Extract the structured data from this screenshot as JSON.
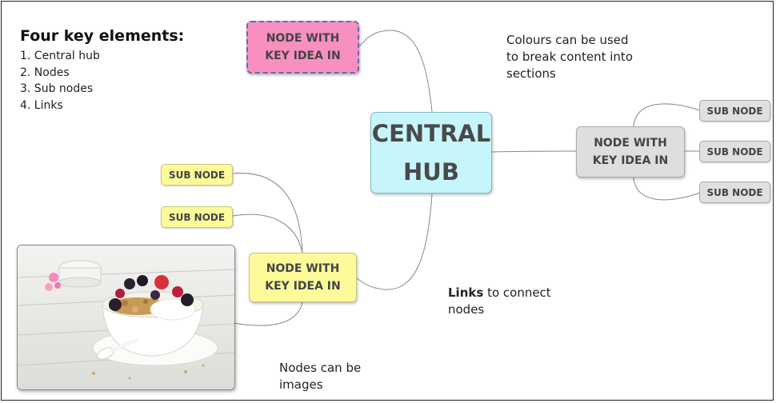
{
  "colors": {
    "central": "#c6f6fb",
    "pink": "#f88fc1",
    "yellow": "#fdfa9a",
    "grey": "#dedede",
    "link": "#888888"
  },
  "heading": {
    "title": "Four key elements:",
    "items": [
      "1. Central hub",
      "2. Nodes",
      "3. Sub nodes",
      "4. Links"
    ]
  },
  "central": {
    "line1": "CENTRAL",
    "line2": "HUB"
  },
  "nodes": {
    "pink": {
      "line1": "NODE WITH",
      "line2": "KEY IDEA IN"
    },
    "yellow": {
      "line1": "NODE WITH",
      "line2": "KEY IDEA IN"
    },
    "grey": {
      "line1": "NODE WITH",
      "line2": "KEY IDEA IN"
    }
  },
  "sub_nodes": {
    "yellow": [
      "SUB NODE",
      "SUB NODE"
    ],
    "grey": [
      "SUB NODE",
      "SUB NODE",
      "SUB NODE"
    ]
  },
  "notes": {
    "colours": [
      "Colours can be used",
      "to break content into",
      "sections"
    ],
    "links_bold": "Links",
    "links_rest": " to connect",
    "links_line2": "nodes",
    "images": [
      "Nodes can be",
      "images"
    ]
  },
  "image": {
    "icon": "yogurt-bowl-photo"
  }
}
